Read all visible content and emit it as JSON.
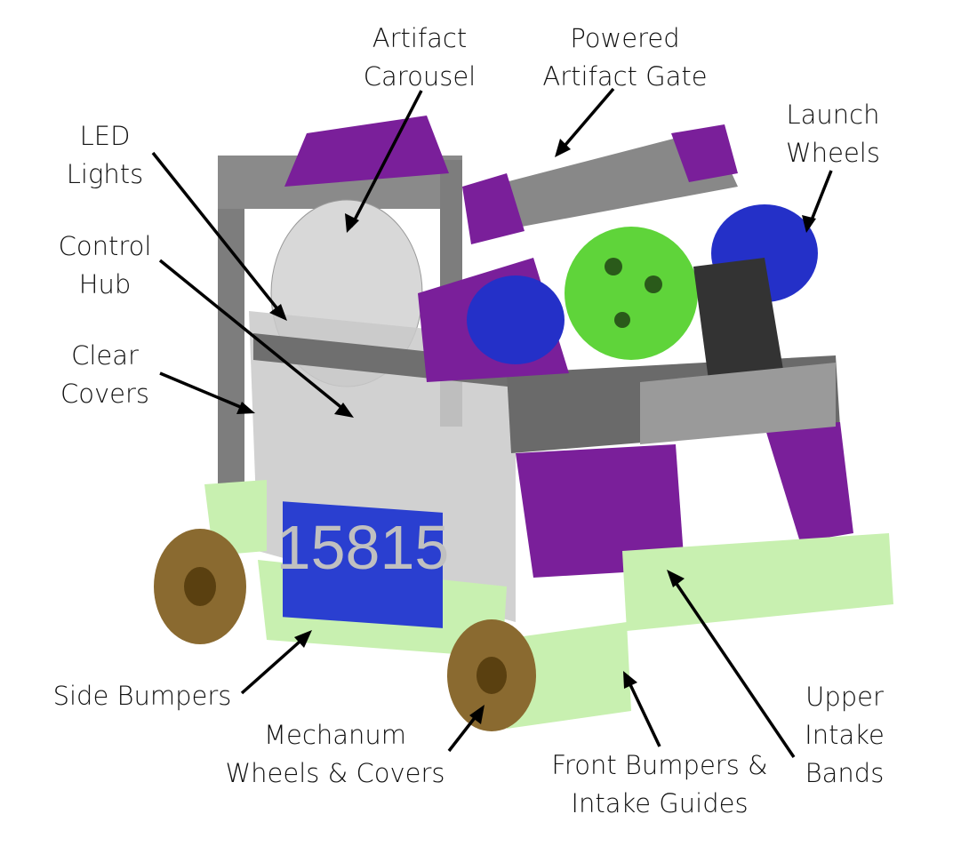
{
  "labels": {
    "artifact_carousel": [
      "Artifact",
      "Carousel"
    ],
    "powered_artifact_gate": [
      "Powered",
      "Artifact Gate"
    ],
    "launch_wheels": [
      "Launch",
      "Wheels"
    ],
    "led_lights": [
      "LED",
      "Lights"
    ],
    "control_hub": [
      "Control",
      "Hub"
    ],
    "clear_covers": [
      "Clear",
      "Covers"
    ],
    "side_bumpers": [
      "Side Bumpers"
    ],
    "mechanum_wheels": [
      "Mechanum",
      "Wheels & Covers"
    ],
    "front_bumpers": [
      "Front Bumpers &",
      "Intake Guides"
    ],
    "upper_intake_bands": [
      "Upper",
      "Intake",
      "Bands"
    ]
  },
  "team_number": "15815",
  "colors": {
    "purple": "#7a1f9a",
    "green_bumper": "#c8f0b0",
    "blue_wheel": "#2430c8",
    "ball": "#5fd43a",
    "gray": "#8a8a8a",
    "plate": "#2a3fd0",
    "bronze": "#8a6a30"
  }
}
